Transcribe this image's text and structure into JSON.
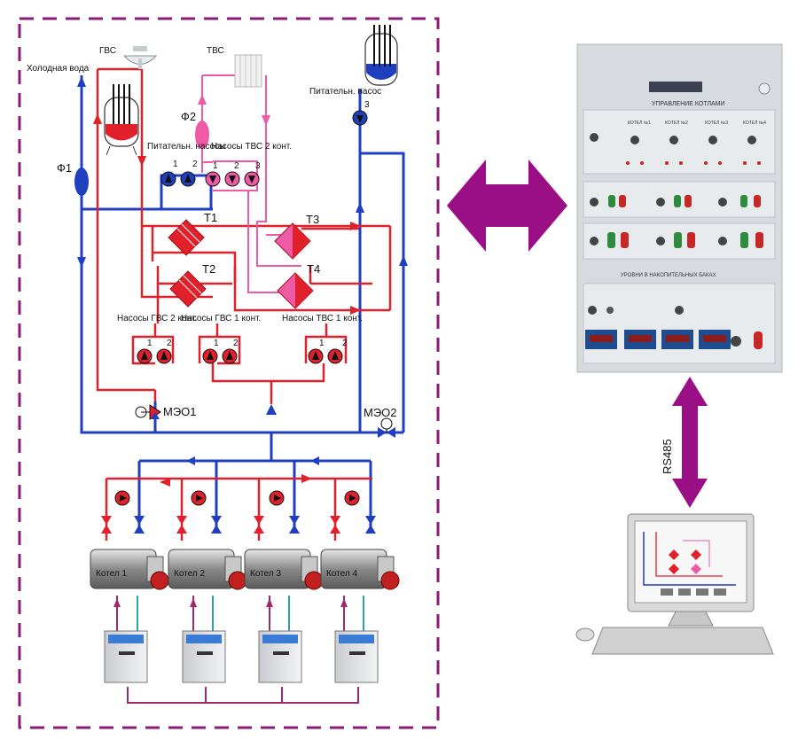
{
  "colors": {
    "frame": "#8e1a78",
    "hot": "#e0202a",
    "cold": "#1f3fbf",
    "pink": "#ef5aa6",
    "arrow": "#9a0f86",
    "panel": "#d7dbe0",
    "signal": "#a0286e",
    "teal": "#2aa3a6"
  },
  "labels": {
    "cold_water": "Холодная вода",
    "gvs": "ГВС",
    "tvs": "ТВС",
    "f1": "Ф1",
    "f2": "Ф2",
    "feed_pumps_left": "Питательн. насосы",
    "pumps_tvs2": "Насосы ТВС 2 конт.",
    "feed_pump_right": "Питательн. насос",
    "t1": "Т1",
    "t2": "Т2",
    "t3": "Т3",
    "t4": "Т4",
    "pumps_gvs2": "Насосы ГВС 2 конт.",
    "pumps_gvs1": "Насосы ГВС 1 конт.",
    "pumps_tvs1": "Насосы ТВС 1 конт.",
    "meo1": "МЭО1",
    "meo2": "МЭО2",
    "num1": "1",
    "num2": "2",
    "num3": "3",
    "boiler1": "Котел 1",
    "boiler2": "Котел 2",
    "boiler3": "Котел 3",
    "boiler4": "Котел 4",
    "rs485": "RS485"
  },
  "panel": {
    "title": "УПРАВЛЕНИЕ КОТЛАМИ",
    "boiler_headers": [
      "КОТЕЛ №1",
      "КОТЕЛ №2",
      "КОТЕЛ №3",
      "КОТЕЛ №4"
    ],
    "levels_title": "УРОВНИ В НАКОПИТЕЛЬНЫХ БАКАХ"
  }
}
